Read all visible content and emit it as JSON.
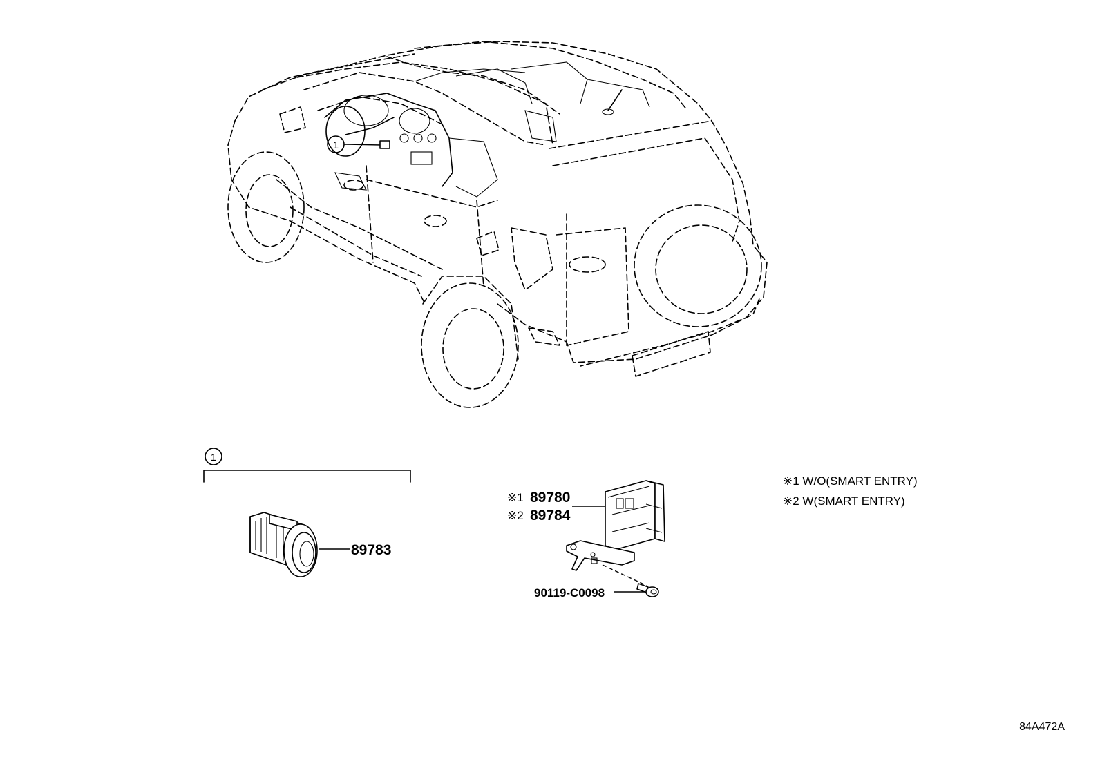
{
  "callout": {
    "index": "1"
  },
  "parts": {
    "sensor_part_no": "89783",
    "ecu_mark_1": "※1",
    "ecu_part_no_1": "89780",
    "ecu_mark_2": "※2",
    "ecu_part_no_2": "89784",
    "bolt_part_no": "90119-C0098"
  },
  "notes": {
    "note_1": "※1 W/O(SMART ENTRY)",
    "note_2": "※2 W(SMART ENTRY)"
  },
  "illustration_ref": "84A472A"
}
